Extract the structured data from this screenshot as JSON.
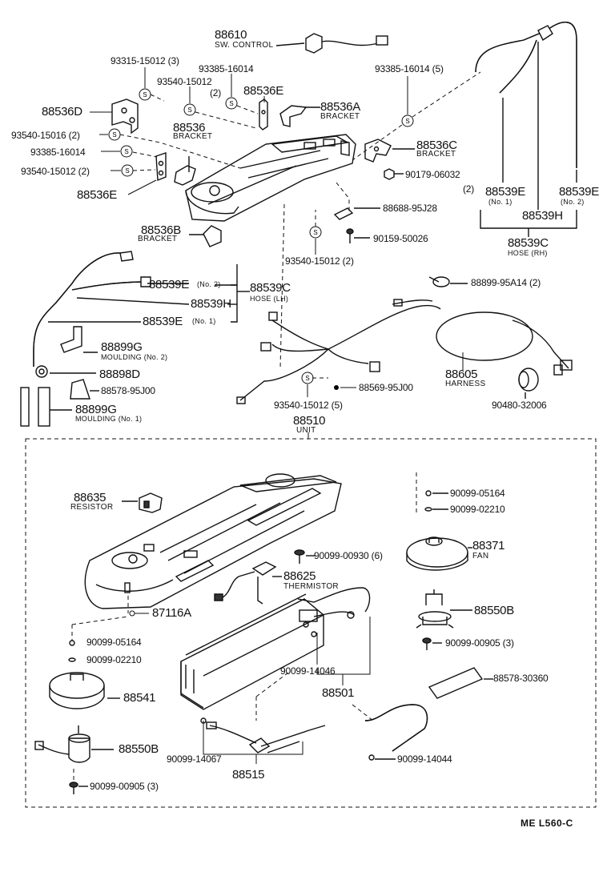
{
  "footer_code": "ME  L560-C",
  "labels": {
    "p88610": "88610",
    "p88610_sub": "SW. CONTROL",
    "p93315": "93315-15012 (3)",
    "p93385a": "93385-16014",
    "p93540a": "93540-15012",
    "p93540a_sub": "(2)",
    "p88536E_top": "88536E",
    "p88536A": "88536A",
    "p88536A_sub": "BRACKET",
    "p93385b": "93385-16014 (5)",
    "p88536D": "88536D",
    "p88536": "88536",
    "p88536_sub": "BRACKET",
    "p93540b": "93540-15016 (2)",
    "p93385c": "93385-16014",
    "p93540c": "93540-15012 (2)",
    "p88536E_bot": "88536E",
    "p88536C": "88536C",
    "p88536C_sub": "BRACKET",
    "p90179": "90179-06032",
    "p90179_sub": "(2)",
    "p88539E_r1": "88539E",
    "p88539E_r1_sub": "(No. 1)",
    "p88539E_r2": "88539E",
    "p88539E_r2_sub": "(No. 2)",
    "p88539H_r": "88539H",
    "p88539C_r": "88539C",
    "p88539C_r_sub": "HOSE (RH)",
    "p88688": "88688-95J28",
    "p88536B": "88536B",
    "p88536B_sub": "BRACKET",
    "p90159": "90159-50026",
    "p93540d": "93540-15012 (2)",
    "p88539E_l2": "88539E",
    "p88539E_l2_sub": "(No. 2)",
    "p88539C_l": "88539C",
    "p88539C_l_sub": "HOSE (LH)",
    "p88539H_l": "88539H",
    "p88539E_l1": "88539E",
    "p88539E_l1_sub": "(No. 1)",
    "p88899A14": "88899-95A14 (2)",
    "p88899G2": "88899G",
    "p88899G2_sub": "MOULDING (No. 2)",
    "p88898D": "88898D",
    "p88578a": "88578-95J00",
    "p88899G1": "88899G",
    "p88899G1_sub": "MOULDING (No. 1)",
    "p88605": "88605",
    "p88605_sub": "HARNESS",
    "p93540e": "93540-15012 (5)",
    "p88569": "88569-95J00",
    "p90480": "90480-32006",
    "p88510": "88510",
    "p88510_sub": "UNIT",
    "p88635": "88635",
    "p88635_sub": "RESISTOR",
    "p90099_05164a": "90099-05164",
    "p90099_02210a": "90099-02210",
    "p88371": "88371",
    "p88371_sub": "FAN",
    "p90099_00930": "90099-00930 (6)",
    "p88625": "88625",
    "p88625_sub": "THERMISTOR",
    "p87116A": "87116A",
    "p88550B_r": "88550B",
    "p90099_05164b": "90099-05164",
    "p90099_02210b": "90099-02210",
    "p90099_00905a": "90099-00905 (3)",
    "p90099_14046": "90099-14046",
    "p88501": "88501",
    "p88578b": "88578-30360",
    "p88541": "88541",
    "p88550B_l": "88550B",
    "p90099_14067": "90099-14067",
    "p90099_14044": "90099-14044",
    "p88515": "88515",
    "p90099_00905b": "90099-00905 (3)"
  }
}
